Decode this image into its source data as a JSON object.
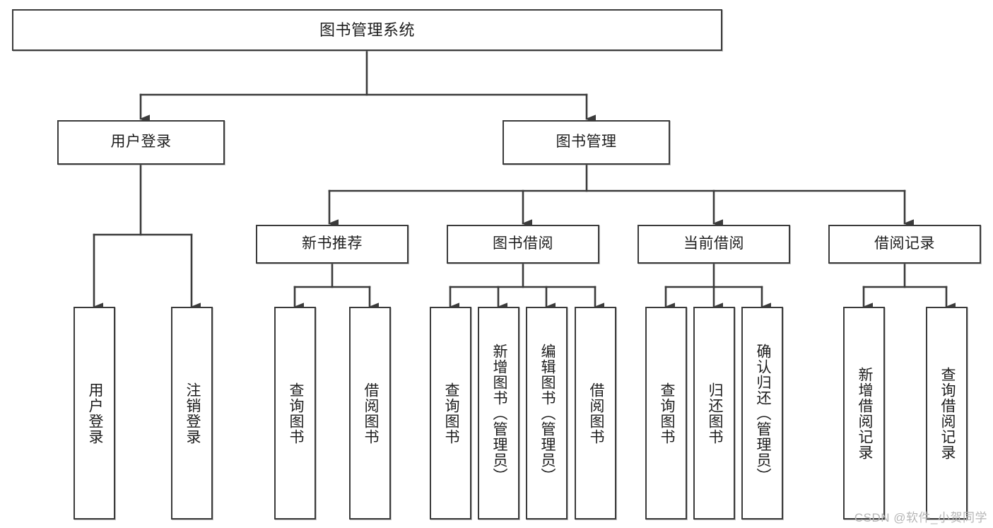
{
  "diagram": {
    "title": "图书管理系统",
    "type": "tree-hierarchy-chart",
    "background_color": "#ffffff",
    "line_color": "#3b3b3b",
    "text_color": "#1d1d1d",
    "watermark": "CSDN @软件_小贺同学"
  },
  "nodes": {
    "root": {
      "label": "图书管理系统"
    },
    "level1": [
      {
        "id": "user-login",
        "label": "用户登录"
      },
      {
        "id": "book-management",
        "label": "图书管理"
      }
    ],
    "level2": [
      {
        "id": "new-book-recommend",
        "label": "新书推荐"
      },
      {
        "id": "book-borrow",
        "label": "图书借阅"
      },
      {
        "id": "current-borrow",
        "label": "当前借阅"
      },
      {
        "id": "borrow-record",
        "label": "借阅记录"
      }
    ],
    "leaves": {
      "user_login": [
        {
          "id": "leaf-user-login",
          "label": "用户登录"
        },
        {
          "id": "leaf-logout-login",
          "label": "注销登录"
        }
      ],
      "new_book_recommend": [
        {
          "id": "leaf-query-book-1",
          "label": "查询图书"
        },
        {
          "id": "leaf-borrow-book-1",
          "label": "借阅图书"
        }
      ],
      "book_borrow": [
        {
          "id": "leaf-query-book-2",
          "label": "查询图书"
        },
        {
          "id": "leaf-add-book",
          "label": "新增图书（管理员）"
        },
        {
          "id": "leaf-edit-book",
          "label": "编辑图书（管理员）"
        },
        {
          "id": "leaf-borrow-book-2",
          "label": "借阅图书"
        }
      ],
      "current_borrow": [
        {
          "id": "leaf-query-book-3",
          "label": "查询图书"
        },
        {
          "id": "leaf-return-book",
          "label": "归还图书"
        },
        {
          "id": "leaf-confirm-return",
          "label": "确认归还（管理员）"
        }
      ],
      "borrow_record": [
        {
          "id": "leaf-add-record",
          "label": "新增借阅记录"
        },
        {
          "id": "leaf-query-record",
          "label": "查询借阅记录"
        }
      ]
    }
  }
}
